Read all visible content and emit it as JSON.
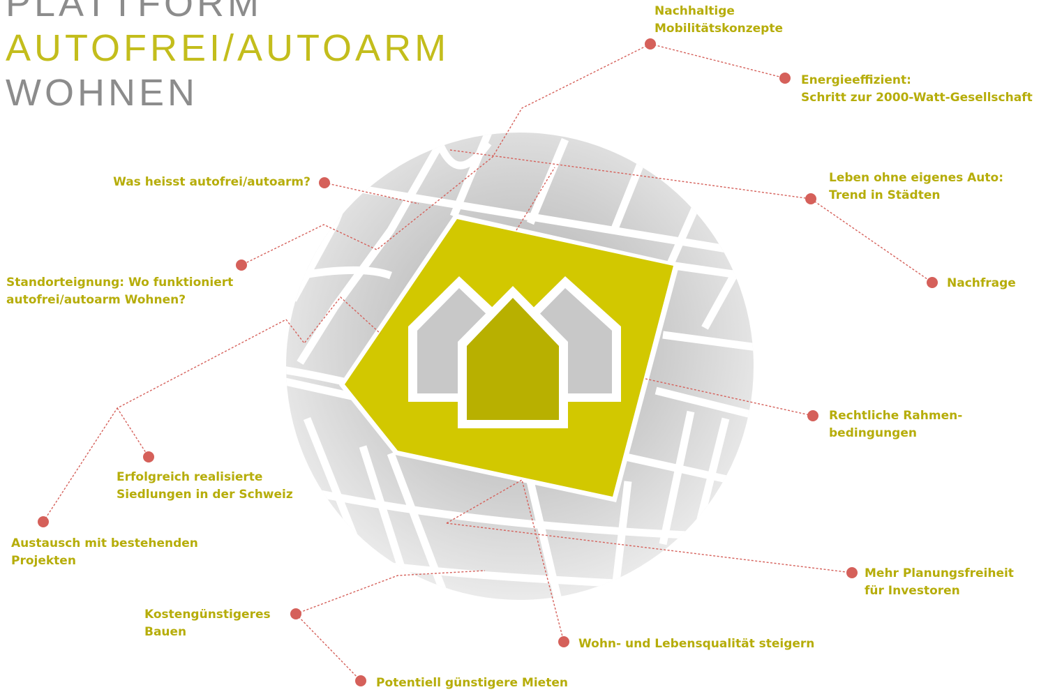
{
  "colors": {
    "title_gray": "#8c8c8c",
    "accent": "#c3bd1c",
    "label": "#b6ad0a",
    "dot": "#d5605a",
    "center_fill": "#d2c800",
    "house_main": "#b8b000",
    "house_side": "#c8c8c8"
  },
  "title": {
    "line1": "PLATTFORM",
    "line2": "AUTOFREI/AUTOARM",
    "line3": "WOHNEN"
  },
  "topics": [
    {
      "id": "mobilitaet",
      "lines": [
        "Nachhaltige",
        "Mobilitätskonzepte"
      ]
    },
    {
      "id": "energie",
      "lines": [
        "Energieeffizient:",
        "Schritt zur 2000-Watt-Gesellschaft"
      ]
    },
    {
      "id": "was-heisst",
      "lines": [
        "Was heisst autofrei/autoarm?"
      ]
    },
    {
      "id": "trend",
      "lines": [
        "Leben ohne eigenes Auto:",
        "Trend in Städten"
      ]
    },
    {
      "id": "nachfrage",
      "lines": [
        "Nachfrage"
      ]
    },
    {
      "id": "standort",
      "lines": [
        "Standorteignung: Wo funktioniert",
        "autofrei/autoarm Wohnen?"
      ]
    },
    {
      "id": "rechtlich",
      "lines": [
        "Rechtliche Rahmen-",
        "bedingungen"
      ]
    },
    {
      "id": "erfolgreich",
      "lines": [
        "Erfolgreich realisierte",
        "Siedlungen in der Schweiz"
      ]
    },
    {
      "id": "austausch",
      "lines": [
        "Austausch mit bestehenden",
        "Projekten"
      ]
    },
    {
      "id": "planung",
      "lines": [
        "Mehr Planungsfreiheit",
        "für Investoren"
      ]
    },
    {
      "id": "kosten",
      "lines": [
        "Kostengünstigeres",
        "Bauen"
      ]
    },
    {
      "id": "wohnqualitaet",
      "lines": [
        "Wohn- und Lebensqualität steigern"
      ]
    },
    {
      "id": "mieten",
      "lines": [
        "Potentiell günstigere Mieten"
      ]
    }
  ]
}
